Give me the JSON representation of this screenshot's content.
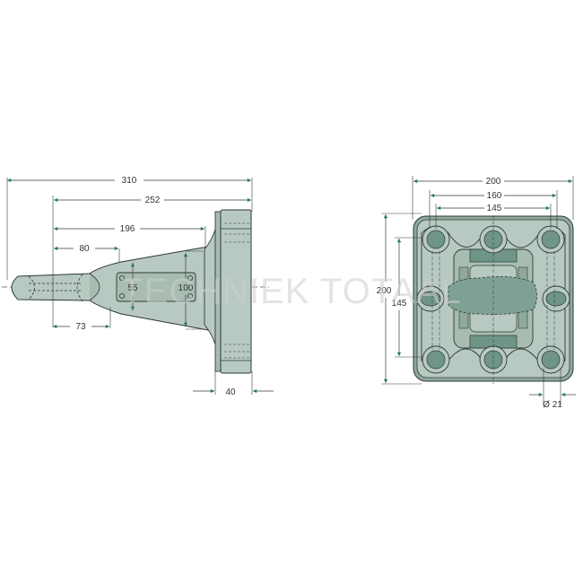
{
  "watermark": "TECHNIEK TOTAAL",
  "colors": {
    "body_fill": "#b8c9c1",
    "body_dark": "#8fa99d",
    "boss_fill": "#6f9587",
    "outline": "#2d3b35",
    "dim_arrow": "#1f7a5a",
    "dim_line": "#3a3a3a",
    "watermark": "#cfcfcf"
  },
  "side_view": {
    "dimensions": {
      "overall_length": "310",
      "length_to_flange": "252",
      "length_to_web": "196",
      "eye_length": "80",
      "eye_offset": "73",
      "plate_height": "55",
      "web_height": "100",
      "flange_thickness": "40"
    }
  },
  "front_view": {
    "dimensions": {
      "plate_width": "200",
      "bolt_width_outer": "160",
      "bolt_width_inner": "145",
      "plate_height": "200",
      "bolt_height": "145",
      "bolt_hole_diameter": "Ø 21"
    }
  }
}
